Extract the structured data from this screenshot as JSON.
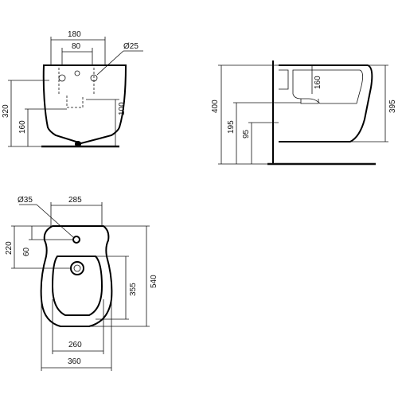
{
  "front_view": {
    "dims": {
      "width_outer": "180",
      "width_inner": "80",
      "hole_diameter": "Ø25",
      "height_total": "320",
      "height_inlet": "160",
      "height_outlet": "100"
    }
  },
  "side_view": {
    "dims": {
      "height_total": "400",
      "height_fixing": "195",
      "height_waste": "95",
      "height_bowl": "160",
      "height_right": "395"
    }
  },
  "top_view": {
    "dims": {
      "tap_hole_diameter": "Ø35",
      "rear_width": "285",
      "depth_to_tap": "220",
      "tap_offset": "60",
      "depth_to_drain": "355",
      "depth_total": "540",
      "inner_width": "260",
      "outer_width": "360"
    }
  }
}
